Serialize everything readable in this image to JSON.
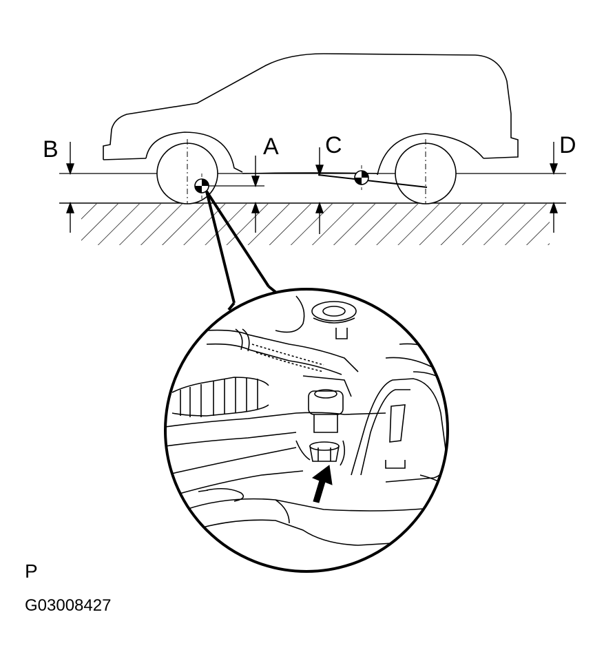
{
  "labels": {
    "b": "B",
    "a": "A",
    "c": "C",
    "d": "D"
  },
  "corner_letter": "P",
  "figure_code": "G03008427",
  "icons": {
    "front_center_mark": "quartered-circle-icon",
    "rear_center_mark": "quartered-circle-icon",
    "nut_pointer": "arrow-up-icon"
  }
}
